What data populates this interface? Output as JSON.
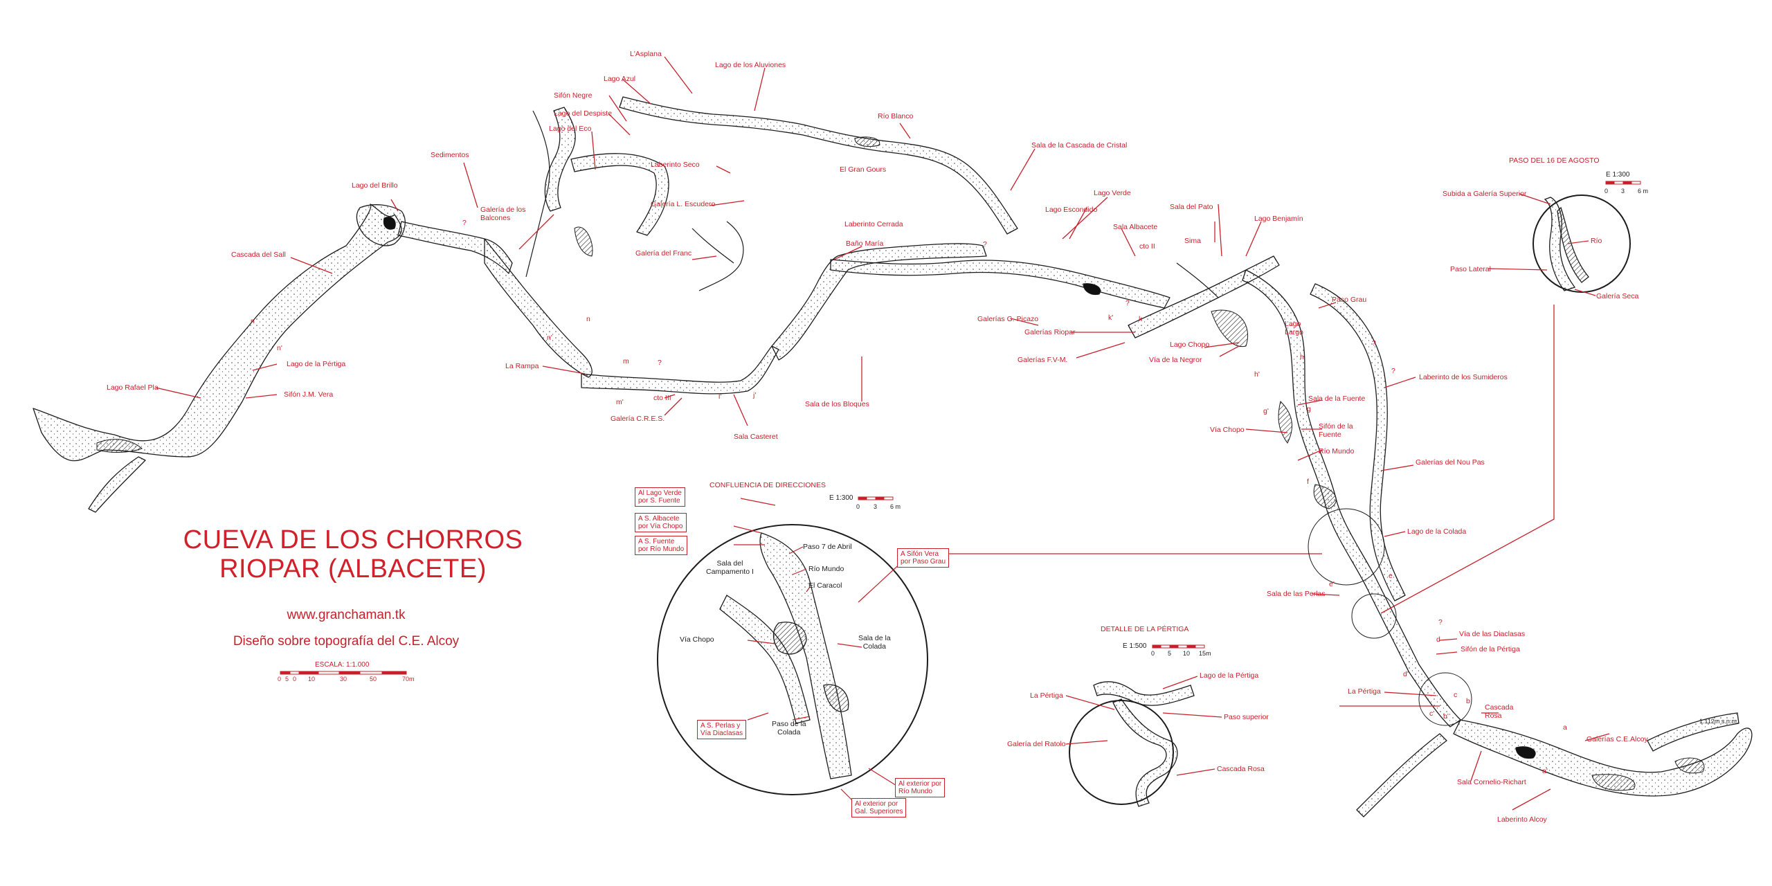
{
  "title": {
    "line1": "CUEVA DE LOS CHORROS",
    "line2": "RIOPAR (ALBACETE)",
    "website": "www.granchaman.tk",
    "credit": "Diseño sobre topografía del C.E. Alcoy"
  },
  "scale_main": {
    "label": "ESCALA: 1:1.000",
    "ticks": [
      "0",
      "5",
      "0",
      "10",
      "30",
      "50",
      "70m"
    ]
  },
  "altitude": "1.112m s.n.m.",
  "labels": {
    "l_asplana": "L'Asplana",
    "lago_aluviones": "Lago de los Aluviones",
    "lago_azul": "Lago Azul",
    "sifon_negre": "Sifón Negre",
    "lago_despiste": "Lago del Despiste",
    "lago_eco": "Lago del Eco",
    "rio_blanco": "Río Blanco",
    "sala_cascada_cristal": "Sala de la Cascada de Cristal",
    "laberinto_seco": "Laberinto Seco",
    "gran_gours": "El Gran Gours",
    "sedimentos": "Sedimentos",
    "lago_brillo": "Lago del Brillo",
    "galeria_l_escudero": "Galería L. Escudero",
    "galeria_balcones": "Galería de los\nBalcones",
    "lago_verde": "Lago Verde",
    "lago_escondido": "Lago Escondido",
    "sala_pato": "Sala del Pato",
    "lago_benjamin": "Lago Benjamín",
    "laberinto_cerrada": "Laberinto Cerrada",
    "sala_albacete": "Sala Albacete",
    "sima": "Sima",
    "cto_ii": "cto II",
    "cascada_sall": "Cascada del Sall",
    "galeria_franc": "Galería del Franc",
    "bano_maria": "Baño María",
    "paso_grau": "Paso Grau",
    "lago_largo": "Lago\nLargo",
    "galerias_g_picazo": "Galerías G. Picazo",
    "galerias_riopar": "Galerías Riopar",
    "lago_chopo": "Lago Chopo",
    "galerias_fvm": "Galerías F.V-M.",
    "via_negror": "Vía de la Negror",
    "lago_pertiga": "Lago de la Pértiga",
    "la_rampa": "La Rampa",
    "laberinto_sumideros": "Laberinto de los Sumideros",
    "lago_rafael_pla": "Lago Rafael Pla",
    "sifon_jm_vera": "Sifón J.M. Vera",
    "sala_bloques": "Sala de los Bloques",
    "sala_fuente": "Sala de la Fuente",
    "cto_iii": "cto III",
    "galeria_cres": "Galería C.R.E.S.",
    "sala_casteret": "Sala Casteret",
    "via_chopo_main": "Vía Chopo",
    "sifon_fuente": "Sifón de la\nFuente",
    "rio_mundo_main": "Río Mundo",
    "galerias_nou_pas": "Galerías del Nou Pas",
    "lago_colada": "Lago de la Colada",
    "sala_perlas": "Sala de las Perlas",
    "via_diaclasas": "Vía de las Diaclasas",
    "sifon_pertiga": "Sifón de la Pértiga",
    "la_pertiga_main": "La Pértiga",
    "cascada_rosa_main": "Cascada\nRosa",
    "galerias_ce_alcoy": "Galerías C.E.Alcoy",
    "sala_cornelio": "Sala Cornelio-Richart",
    "laberinto_alcoy": "Laberinto Alcoy"
  },
  "letters": [
    "n",
    "n'",
    "n",
    "n'",
    "m",
    "m'",
    "l'",
    "j'",
    "k'",
    "k",
    "i",
    "i'",
    "h",
    "h'",
    "g",
    "g'",
    "f",
    "e",
    "e'",
    "d",
    "d'",
    "c",
    "c'",
    "b",
    "b'",
    "a",
    "a'",
    "?"
  ],
  "inset_paso": {
    "title": "PASO DEL 16 DE AGOSTO",
    "scale": "E 1:300",
    "ticks": [
      "0",
      "3",
      "6 m"
    ],
    "subida": "Subida a Galería Superior",
    "rio": "Río",
    "paso_lateral": "Paso Lateral",
    "galeria_seca": "Galería Seca"
  },
  "inset_confluencia": {
    "title": "CONFLUENCIA DE DIRECCIONES",
    "scale": "E 1:300",
    "ticks": [
      "0",
      "3",
      "6 m"
    ],
    "box_lago_verde": "Al Lago Verde\npor S. Fuente",
    "box_albacete": "A S. Albacete\npor Vía Chopo",
    "box_fuente": "A S. Fuente\npor Río Mundo",
    "box_sifon_vera": "A Sifón Vera\npor Paso Grau",
    "box_perlas": "A S. Perlas y\nVía Diaclasas",
    "box_ext_rio": "Al exterior por\nRío Mundo",
    "box_ext_gal": "Al exterior por\nGal. Superiores",
    "sala_campamento": "Sala del\nCampamento I",
    "paso_7_abril": "Paso 7 de Abril",
    "rio_mundo": "Río Mundo",
    "el_caracol": "El Caracol",
    "via_chopo": "Vía Chopo",
    "sala_colada": "Sala de la\nColada",
    "paso_colada": "Paso de la\nColada"
  },
  "inset_pertiga": {
    "title": "DETALLE DE LA PÉRTIGA",
    "scale": "E 1:500",
    "ticks": [
      "0",
      "5",
      "10",
      "15m"
    ],
    "lago_pertiga": "Lago de la Pértiga",
    "la_pertiga": "La Pértiga",
    "paso_superior": "Paso superior",
    "galeria_ratolo": "Galería del Ratolo",
    "cascada_rosa": "Cascada Rosa"
  },
  "colors": {
    "accent": "#c8202a",
    "ink": "#222222",
    "background": "#ffffff"
  }
}
